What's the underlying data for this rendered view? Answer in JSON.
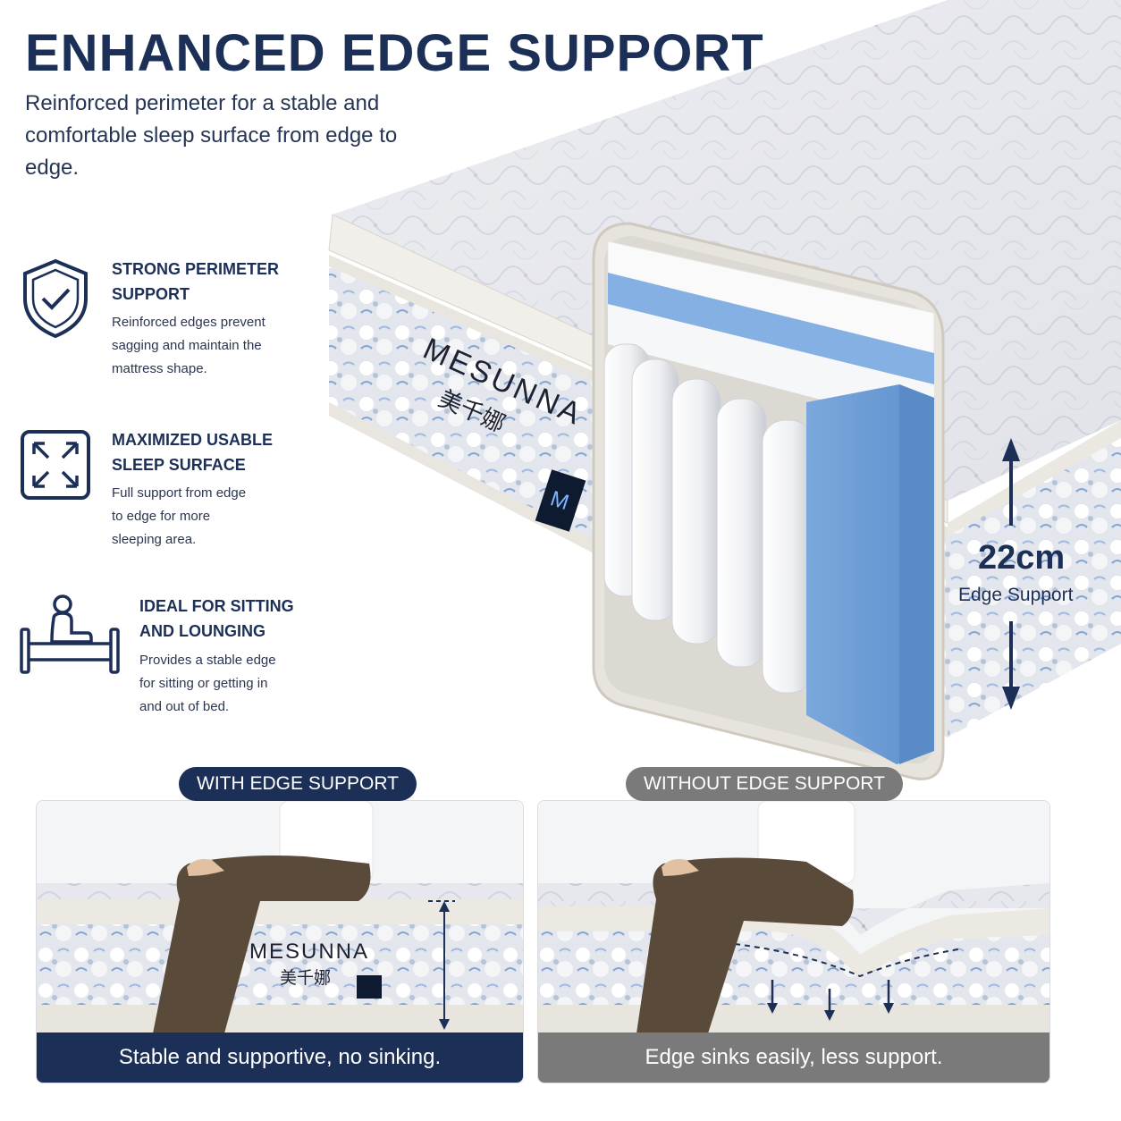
{
  "header": {
    "title": "ENHANCED EDGE SUPPORT",
    "subtitle": "Reinforced perimeter for a stable and comfortable sleep surface from edge to edge."
  },
  "features": [
    {
      "icon": "shield-check-icon",
      "title_lines": [
        "STRONG PERIMETER",
        "SUPPORT"
      ],
      "desc_lines": [
        "Reinforced edges prevent",
        "sagging and maintain the",
        "mattress shape."
      ]
    },
    {
      "icon": "expand-arrows-icon",
      "title_lines": [
        "MAXIMIZED USABLE",
        "SLEEP SURFACE"
      ],
      "desc_lines": [
        "Full support from edge",
        "to edge for more",
        "sleeping area."
      ]
    },
    {
      "icon": "person-sitting-bed-icon",
      "title_lines": [
        "IDEAL FOR SITTING",
        "AND LOUNGING"
      ],
      "desc_lines": [
        "Provides a stable edge",
        "for sitting or getting in",
        "and out of bed."
      ]
    }
  ],
  "mattress": {
    "brand": "MESUNNA",
    "brand_cn": "美千娜",
    "logo_letter": "M",
    "spec_value": "22cm",
    "spec_label": "Edge Support"
  },
  "comparison": {
    "with": {
      "label": "WITH EDGE SUPPORT",
      "caption": "Stable and supportive, no sinking."
    },
    "without": {
      "label": "WITHOUT EDGE SUPPORT",
      "caption": "Edge sinks easily, less support."
    }
  },
  "colors": {
    "navy": "#1c2f57",
    "grey": "#7a7a7a",
    "foam_blue": "#6d9fd6",
    "quilt": "#e4e6ec",
    "pants": "#5a4a3a"
  }
}
